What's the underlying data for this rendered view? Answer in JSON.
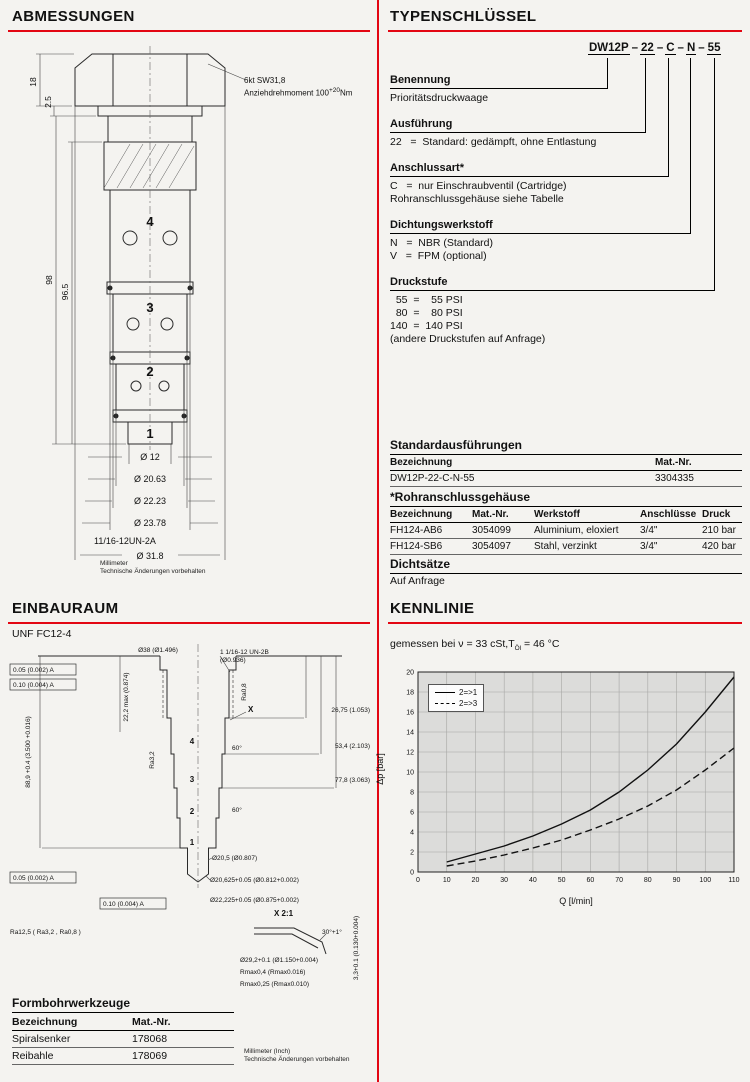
{
  "accent_red": "#e30613",
  "abmessungen": {
    "title": "ABMESSUNGEN",
    "hex_note_line1": "6kt SW31,8",
    "hex_note_line2_pre": "Anziehdrehmoment 100",
    "hex_note_sup": "+20",
    "hex_note_post": "Nm",
    "dims": {
      "d18": "18",
      "d2_5": "2.5",
      "d98": "98",
      "d96_5": "96.5",
      "d12": "Ø 12",
      "d20_63": "Ø 20.63",
      "d22_23": "Ø 22.23",
      "d23_78": "Ø 23.78",
      "thread": "11/16-12UN-2A",
      "d31_8": "Ø 31.8"
    },
    "ports": [
      "4",
      "3",
      "2",
      "1"
    ],
    "footnote_line1": "Millimeter",
    "footnote_line2": "Technische Änderungen vorbehalten"
  },
  "typenschluessel": {
    "title": "TYPENSCHLÜSSEL",
    "code_segments": [
      "DW12P",
      "22",
      "C",
      "N",
      "55"
    ],
    "dash": "–",
    "blocks": [
      {
        "label": "Benennung",
        "lines": [
          "Prioritätsdruckwaage"
        ]
      },
      {
        "label": "Ausführung",
        "lines": [
          "22   =  Standard: gedämpft, ohne Entlastung"
        ]
      },
      {
        "label": "Anschlussart*",
        "lines": [
          "C   =  nur Einschraubventil (Cartridge)",
          "Rohranschlussgehäuse siehe Tabelle"
        ]
      },
      {
        "label": "Dichtungswerkstoff",
        "lines": [
          "N   =  NBR (Standard)",
          "V   =  FPM (optional)"
        ]
      },
      {
        "label": "Druckstufe",
        "lines": [
          "  55  =    55 PSI",
          "  80  =    80 PSI",
          "140  =  140 PSI",
          "(andere Druckstufen auf Anfrage)"
        ]
      }
    ]
  },
  "standard": {
    "title": "Standardausführungen",
    "headers": [
      "Bezeichnung",
      "Mat.-Nr."
    ],
    "rows": [
      [
        "DW12P-22-C-N-55",
        "3304335"
      ]
    ]
  },
  "gehaeuse": {
    "title": "*Rohranschlussgehäuse",
    "headers": [
      "Bezeichnung",
      "Mat.-Nr.",
      "Werkstoff",
      "Anschlüsse",
      "Druck"
    ],
    "rows": [
      [
        "FH124-AB6",
        "3054099",
        "Aluminium, eloxiert",
        "3/4\"",
        "210 bar"
      ],
      [
        "FH124-SB6",
        "3054097",
        "Stahl, verzinkt",
        "3/4\"",
        "420 bar"
      ]
    ]
  },
  "dichtsaetze": {
    "title": "Dichtsätze",
    "text": "Auf Anfrage"
  },
  "einbauraum": {
    "title": "EINBAURAUM",
    "subtitle": "UNF FC12-4",
    "labels": {
      "dia38": "Ø38  (Ø1.496)",
      "thread": "1 1/16-12 UN-2B",
      "thread_minor": "(Ø0.936)",
      "ra08": "Ra0,8",
      "tol_a": "0.05 (0.002) A",
      "tol_b": "0.10 (0.004) A",
      "ra32": "Ra3,2",
      "max222": "22,2 max (0.874)",
      "dim889": "88,9 +0.4  (3.500 +0.016)",
      "deg60": "60°",
      "x_marker": "X",
      "dim2675": "26,75 (1.053)",
      "dim534": "53,4 (2.103)",
      "dim778": "77,8 (3.063)",
      "dia205": "Ø20,5 (Ø0.807)",
      "dia20625": "Ø20,625+0.05 (Ø0.812+0.002)",
      "dia22225": "Ø22,225+0.05 (Ø0.875+0.002)",
      "detail_ref": "X 2:1",
      "dia292": "Ø29,2+0.1 (Ø1.150+0.004)",
      "rmax04": "Rmax0,4 (Rmax0.016)",
      "rmax025": "Rmax0,25 (Rmax0.010)",
      "deg30": "30°+1°",
      "dim33": "3,3+0.1 (0.130+0.004)",
      "ra_group": "Ra12,5 ( Ra3,2 , Ra0,8 )"
    },
    "ports": [
      "4",
      "3",
      "2",
      "1"
    ],
    "footnote_line1": "Millimeter (Inch)",
    "footnote_line2": "Technische Änderungen vorbehalten"
  },
  "formbohrwerkzeuge": {
    "title": "Formbohrwerkzeuge",
    "headers": [
      "Bezeichnung",
      "Mat.-Nr."
    ],
    "rows": [
      [
        "Spiralsenker",
        "178068"
      ],
      [
        "Reibahle",
        "178069"
      ]
    ]
  },
  "kennlinie": {
    "title": "KENNLINIE",
    "subtitle_pre": "gemessen bei ν = 33 cSt,T",
    "subtitle_sub": "Öl",
    "subtitle_post": " = 46 °C"
  },
  "chart_data": {
    "type": "line",
    "title": "",
    "xlabel": "Q [l/min]",
    "ylabel": "Δp [bar]",
    "xlim": [
      0,
      110
    ],
    "ylim": [
      0,
      20
    ],
    "xticks": [
      0,
      10,
      20,
      30,
      40,
      50,
      60,
      70,
      80,
      90,
      100,
      110
    ],
    "yticks": [
      0,
      2,
      4,
      6,
      8,
      10,
      12,
      14,
      16,
      18,
      20
    ],
    "grid": true,
    "legend_position": "top-left",
    "series": [
      {
        "name": "2=>1",
        "style": "solid",
        "x": [
          10,
          20,
          30,
          40,
          50,
          60,
          70,
          80,
          90,
          100,
          110
        ],
        "y": [
          1.0,
          1.8,
          2.6,
          3.6,
          4.8,
          6.2,
          8.0,
          10.2,
          12.8,
          16.0,
          19.5
        ]
      },
      {
        "name": "2=>3",
        "style": "dashed",
        "x": [
          10,
          20,
          30,
          40,
          50,
          60,
          70,
          80,
          90,
          100,
          110
        ],
        "y": [
          0.6,
          1.1,
          1.7,
          2.4,
          3.2,
          4.2,
          5.3,
          6.6,
          8.2,
          10.2,
          12.4
        ]
      }
    ]
  }
}
